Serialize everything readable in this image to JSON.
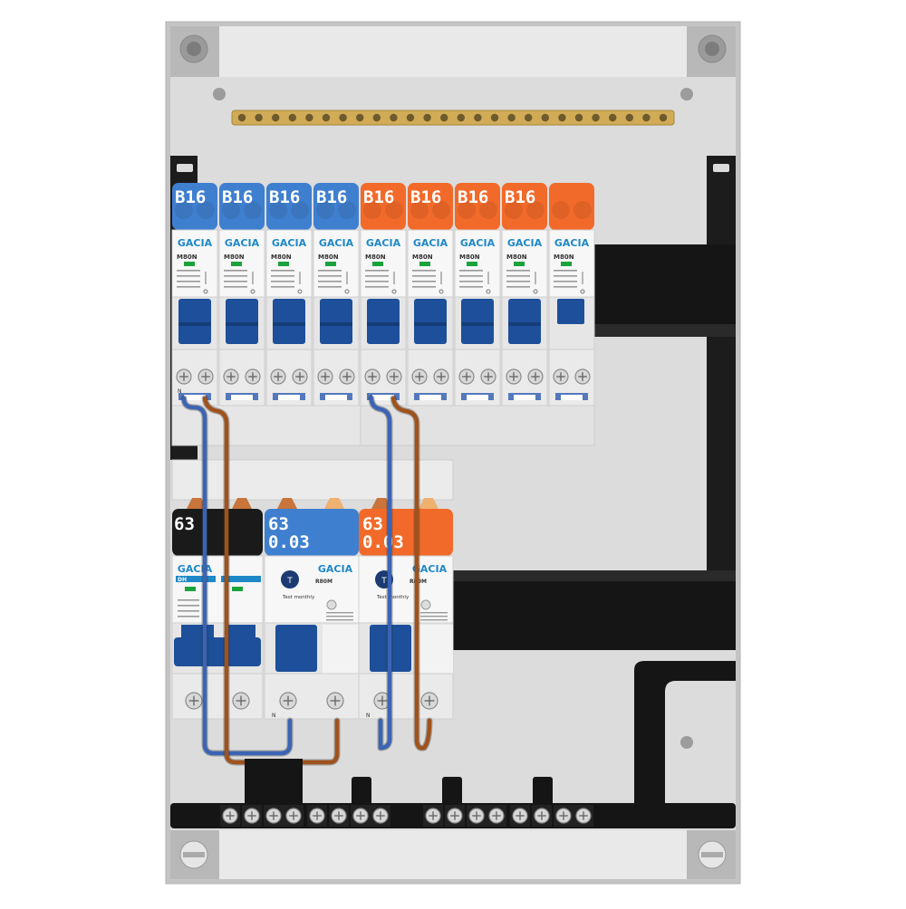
{
  "colors": {
    "blue": "#3f7fcf",
    "orange": "#f26a2a",
    "black": "#1a1a1a",
    "dark_blue": "#1d4f9a",
    "brass": "#c9a24a",
    "enclosure": "#d9d9d9",
    "wire_blue": "#3b64b4",
    "wire_brown": "#a0521b",
    "gacia_blue": "#1e88c8"
  },
  "breakers_top": [
    {
      "rating": "B16",
      "color": "blue",
      "brand": "GACIA",
      "model": "M80N"
    },
    {
      "rating": "B16",
      "color": "blue",
      "brand": "GACIA",
      "model": "M80N"
    },
    {
      "rating": "B16",
      "color": "blue",
      "brand": "GACIA",
      "model": "M80N"
    },
    {
      "rating": "B16",
      "color": "blue",
      "brand": "GACIA",
      "model": "M80N"
    },
    {
      "rating": "B16",
      "color": "orange",
      "brand": "GACIA",
      "model": "M80N"
    },
    {
      "rating": "B16",
      "color": "orange",
      "brand": "GACIA",
      "model": "M80N"
    },
    {
      "rating": "B16",
      "color": "orange",
      "brand": "GACIA",
      "model": "M80N"
    },
    {
      "rating": "B16",
      "color": "orange",
      "brand": "GACIA",
      "model": "M80N"
    },
    {
      "rating": "",
      "color": "orange",
      "brand": "GACIA",
      "model": "M80N"
    }
  ],
  "devices_bottom": [
    {
      "rating": "63",
      "sub": "",
      "color": "black",
      "brand": "GACIA",
      "model": "DH",
      "note": ""
    },
    {
      "rating": "63",
      "sub": "0.03",
      "color": "blue",
      "brand": "GACIA",
      "model": "R80M",
      "note": "Test monthly"
    },
    {
      "rating": "63",
      "sub": "0.03",
      "color": "orange",
      "brand": "GACIA",
      "model": "R80M",
      "note": "Test monthly"
    }
  ],
  "neutral_label": "N"
}
